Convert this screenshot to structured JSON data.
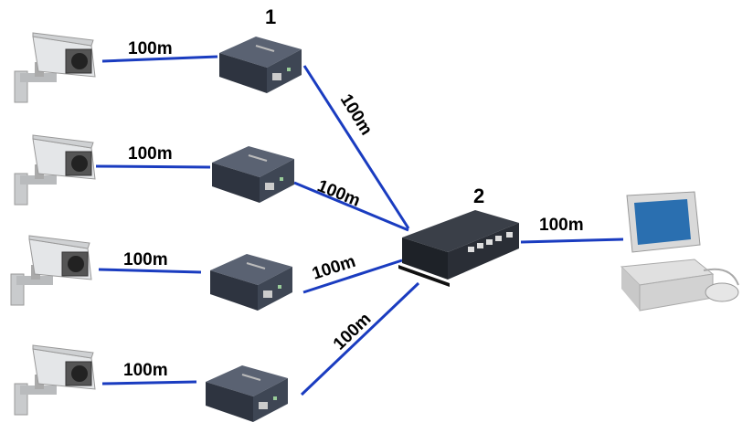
{
  "colors": {
    "cable": "#1a3cc0",
    "device_body": "#3a4250",
    "camera_body": "#d8dadc"
  },
  "labels": {
    "extender_marker": "1",
    "switch_marker": "2",
    "distances": [
      "100m",
      "100m",
      "100m",
      "100m",
      "100m",
      "100m",
      "100m",
      "100m",
      "100m"
    ]
  },
  "icons": [
    "camera-icon",
    "extender-icon",
    "switch-icon",
    "computer-icon"
  ]
}
